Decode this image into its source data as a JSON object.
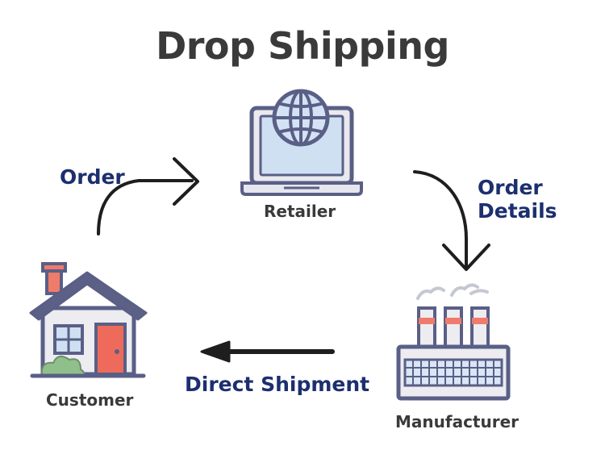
{
  "title": "Drop Shipping",
  "nodes": {
    "retailer": "Retailer",
    "customer": "Customer",
    "manufacturer": "Manufacturer"
  },
  "edges": {
    "order": "Order",
    "order_details_line1": "Order",
    "order_details_line2": "Details",
    "direct_shipment": "Direct Shipment"
  },
  "colors": {
    "title": "#3a3a3a",
    "node_label": "#3a3a3a",
    "edge_label": "#1c2f6e",
    "arrow": "#1e1e1e",
    "outline": "#5a5f86",
    "screen_blue": "#cfe0f3",
    "wall": "#ececf1",
    "roof": "#5c5f86",
    "door": "#ee6b5b",
    "bush": "#8fbf8a",
    "factory_panel": "#d8e6f5"
  },
  "icons": {
    "retailer": "laptop-globe-icon",
    "customer": "house-icon",
    "manufacturer": "factory-icon"
  }
}
